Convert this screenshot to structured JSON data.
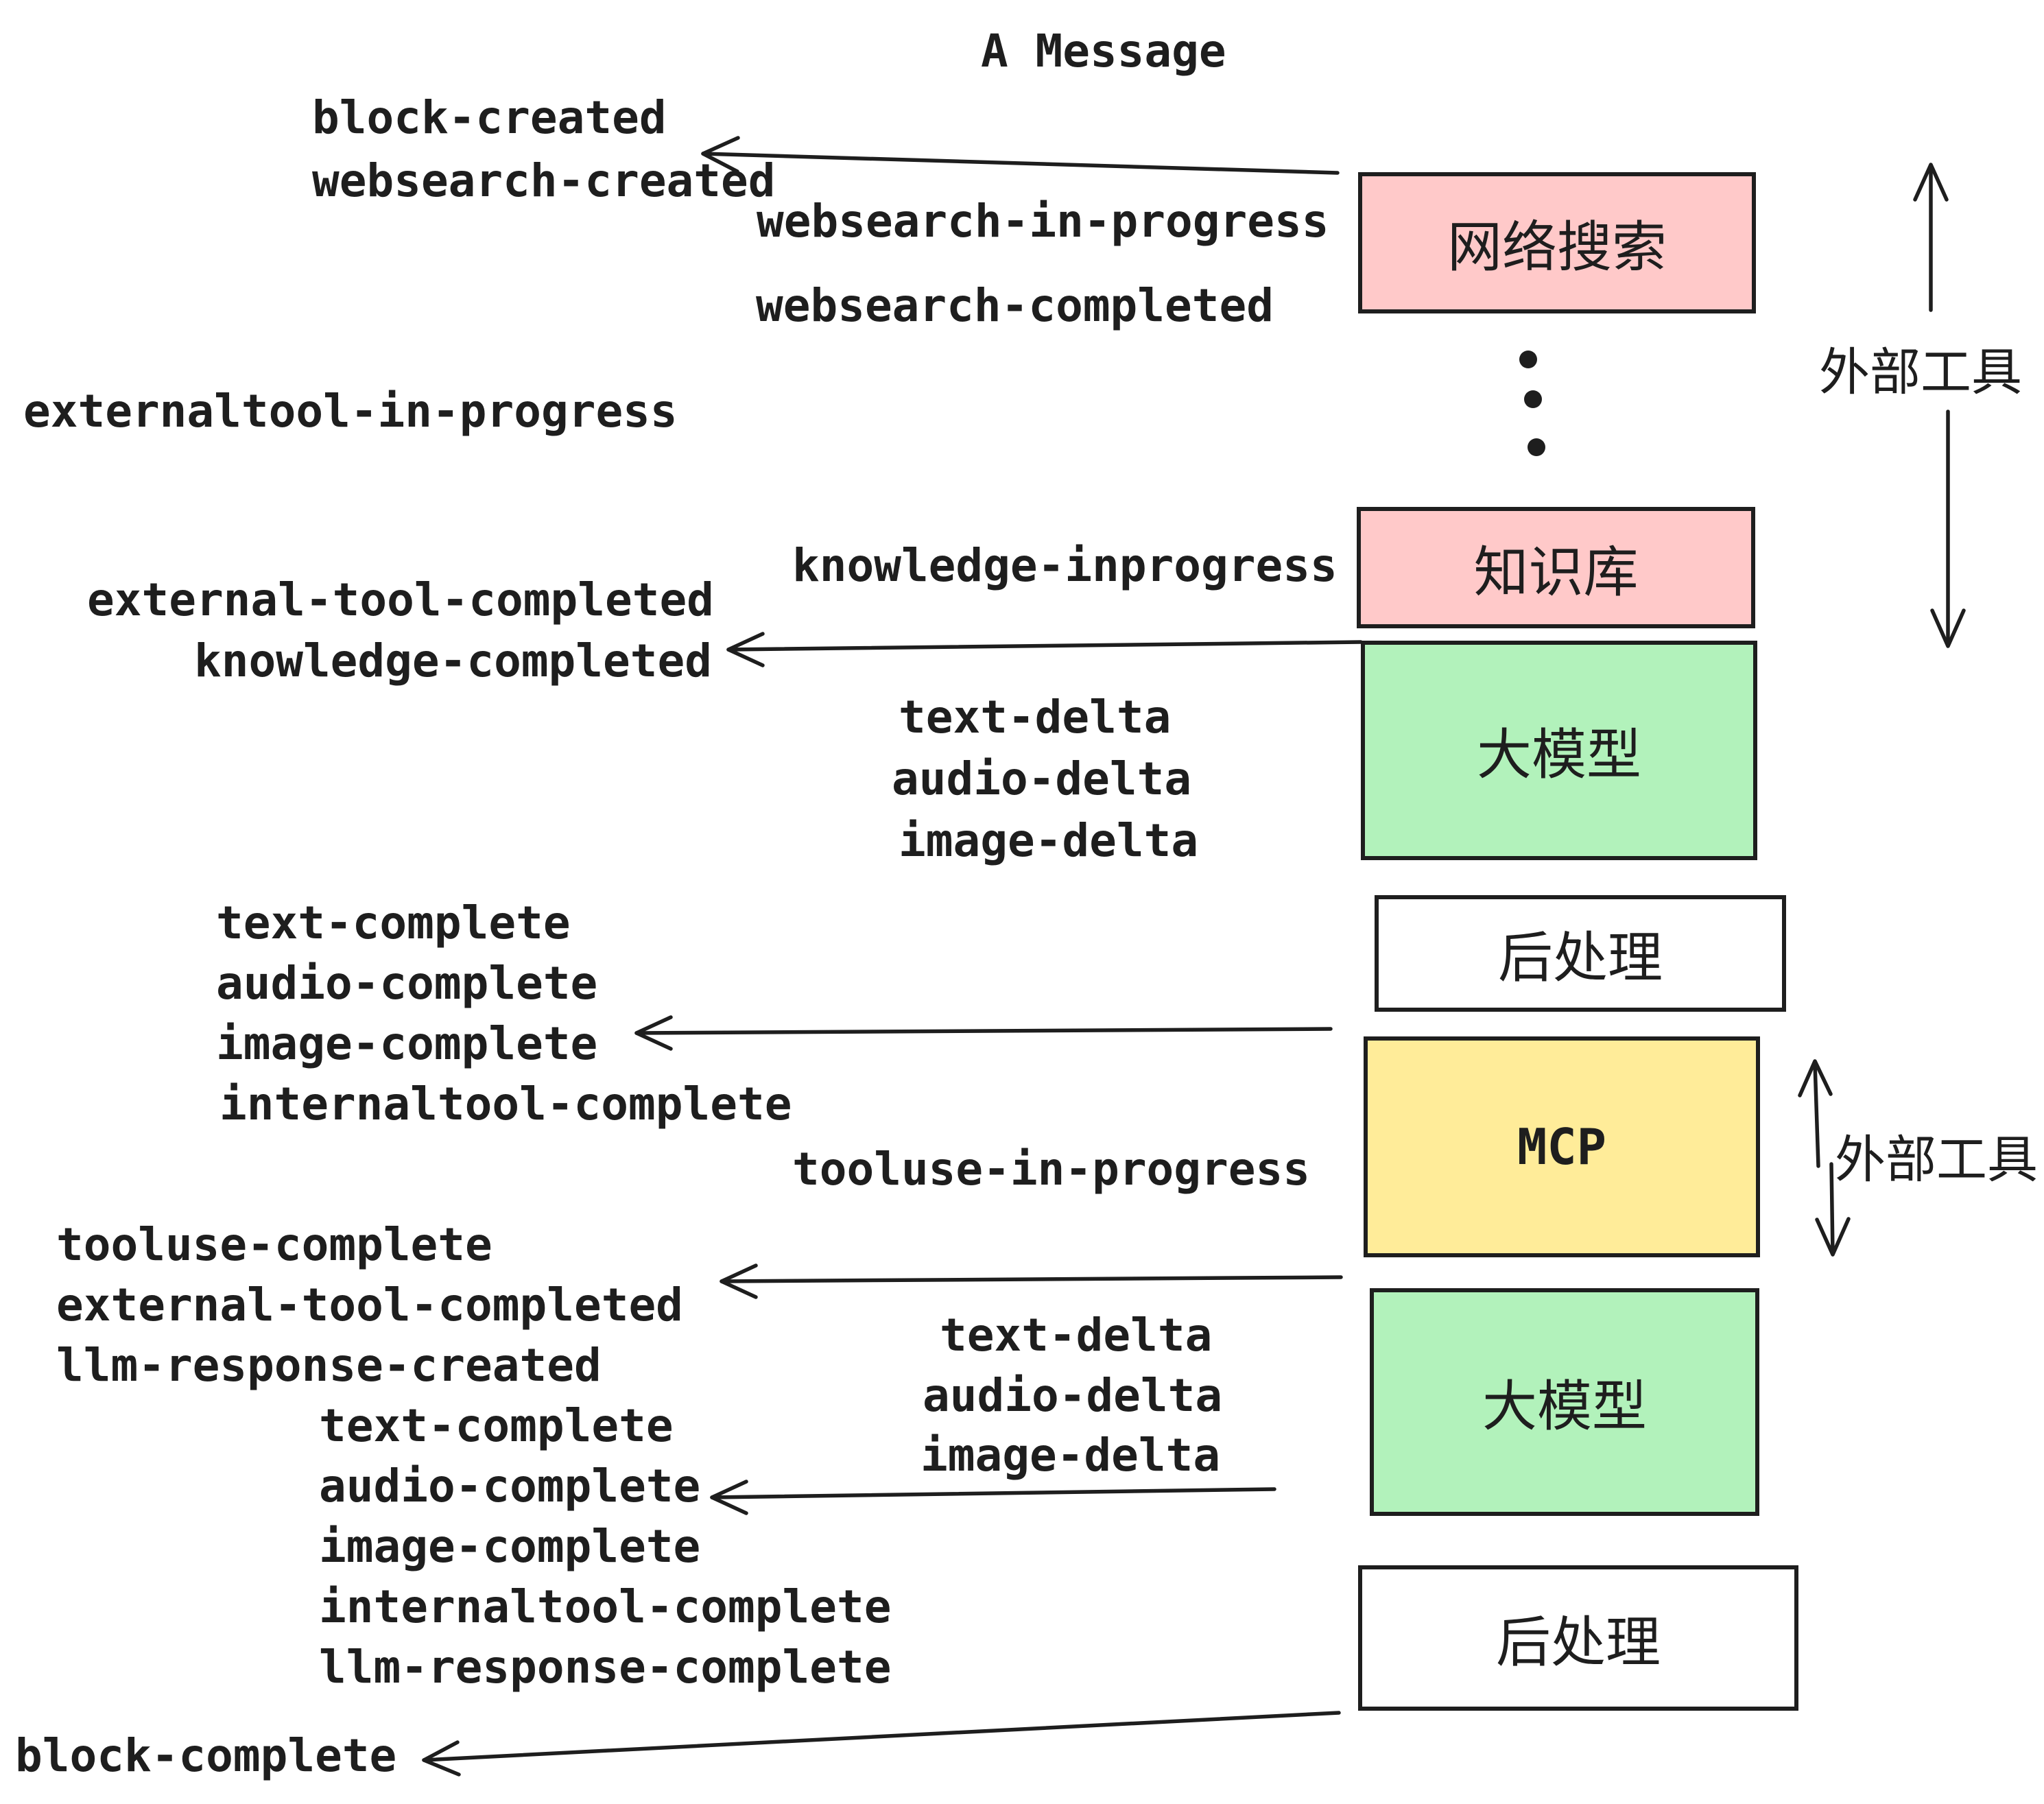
{
  "title": "A Message",
  "colors": {
    "ink": "#1e1e1e",
    "pink": "#ffc9c9",
    "green": "#b2f2bb",
    "yellow": "#ffec99",
    "paper": "#ffffff"
  },
  "events": {
    "block_created": "block-created",
    "websearch_created": "websearch-created",
    "websearch_in_progress": "websearch-in-progress",
    "websearch_completed": "websearch-completed",
    "externaltool_in_progress": "externaltool-in-progress",
    "knowledge_inprogress": "knowledge-inprogress",
    "external_tool_completed_1": "external-tool-completed",
    "knowledge_completed": "knowledge-completed",
    "text_delta_1": "text-delta",
    "audio_delta_1": "audio-delta",
    "image_delta_1": "image-delta",
    "text_complete_1": "text-complete",
    "audio_complete_1": "audio-complete",
    "image_complete_1": "image-complete",
    "internaltool_complete_1": "internaltool-complete",
    "tooluse_in_progress": "tooluse-in-progress",
    "tooluse_complete": "tooluse-complete",
    "external_tool_completed_2": "external-tool-completed",
    "llm_response_created": "llm-response-created",
    "text_delta_2": "text-delta",
    "audio_delta_2": "audio-delta",
    "image_delta_2": "image-delta",
    "text_complete_2": "text-complete",
    "audio_complete_2": "audio-complete",
    "image_complete_2": "image-complete",
    "internaltool_complete_2": "internaltool-complete",
    "llm_response_complete": "llm-response-complete",
    "block_complete": "block-complete"
  },
  "boxes": {
    "websearch": "网络搜索",
    "knowledge": "知识库",
    "llm_1": "大模型",
    "post_1": "后处理",
    "mcp": "MCP",
    "llm_2": "大模型",
    "post_2": "后处理"
  },
  "annotations": {
    "external_tools_top": "外部工具",
    "external_tools_mid": "外部工具"
  }
}
